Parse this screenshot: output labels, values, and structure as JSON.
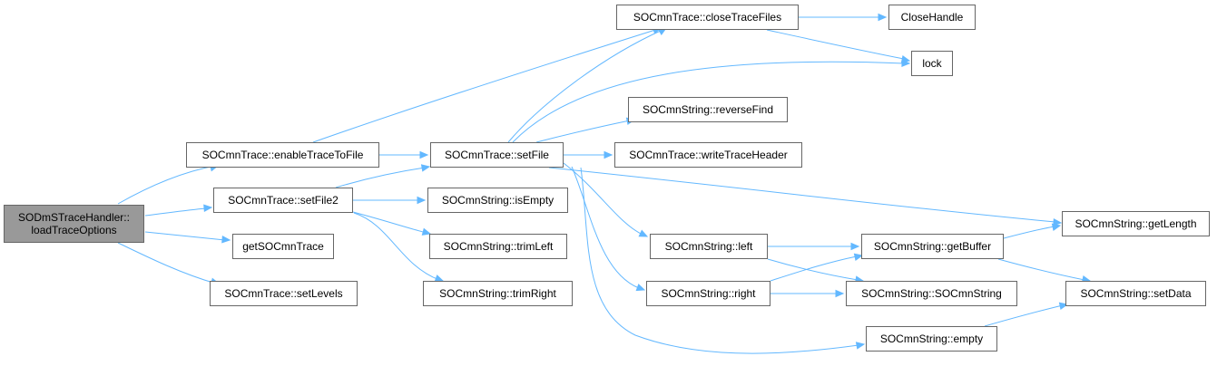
{
  "graph": {
    "colors": {
      "edge": "#63b8ff",
      "node_border": "#666666",
      "root_fill": "#999999",
      "node_fill": "#ffffff"
    },
    "root": {
      "line1": "SODmSTraceHandler::",
      "line2": "loadTraceOptions"
    },
    "nodes": {
      "enableTraceToFile": "SOCmnTrace::enableTraceToFile",
      "setFile2": "SOCmnTrace::setFile2",
      "getSOCmnTrace": "getSOCmnTrace",
      "setLevels": "SOCmnTrace::setLevels",
      "setFile": "SOCmnTrace::setFile",
      "closeTraceFiles": "SOCmnTrace::closeTraceFiles",
      "closeHandle": "CloseHandle",
      "lock": "lock",
      "reverseFind": "SOCmnString::reverseFind",
      "writeTraceHeader": "SOCmnTrace::writeTraceHeader",
      "isEmpty": "SOCmnString::isEmpty",
      "trimLeft": "SOCmnString::trimLeft",
      "trimRight": "SOCmnString::trimRight",
      "left": "SOCmnString::left",
      "right": "SOCmnString::right",
      "getBuffer": "SOCmnString::getBuffer",
      "ctor": "SOCmnString::SOCmnString",
      "empty": "SOCmnString::empty",
      "getLength": "SOCmnString::getLength",
      "setData": "SOCmnString::setData"
    }
  }
}
